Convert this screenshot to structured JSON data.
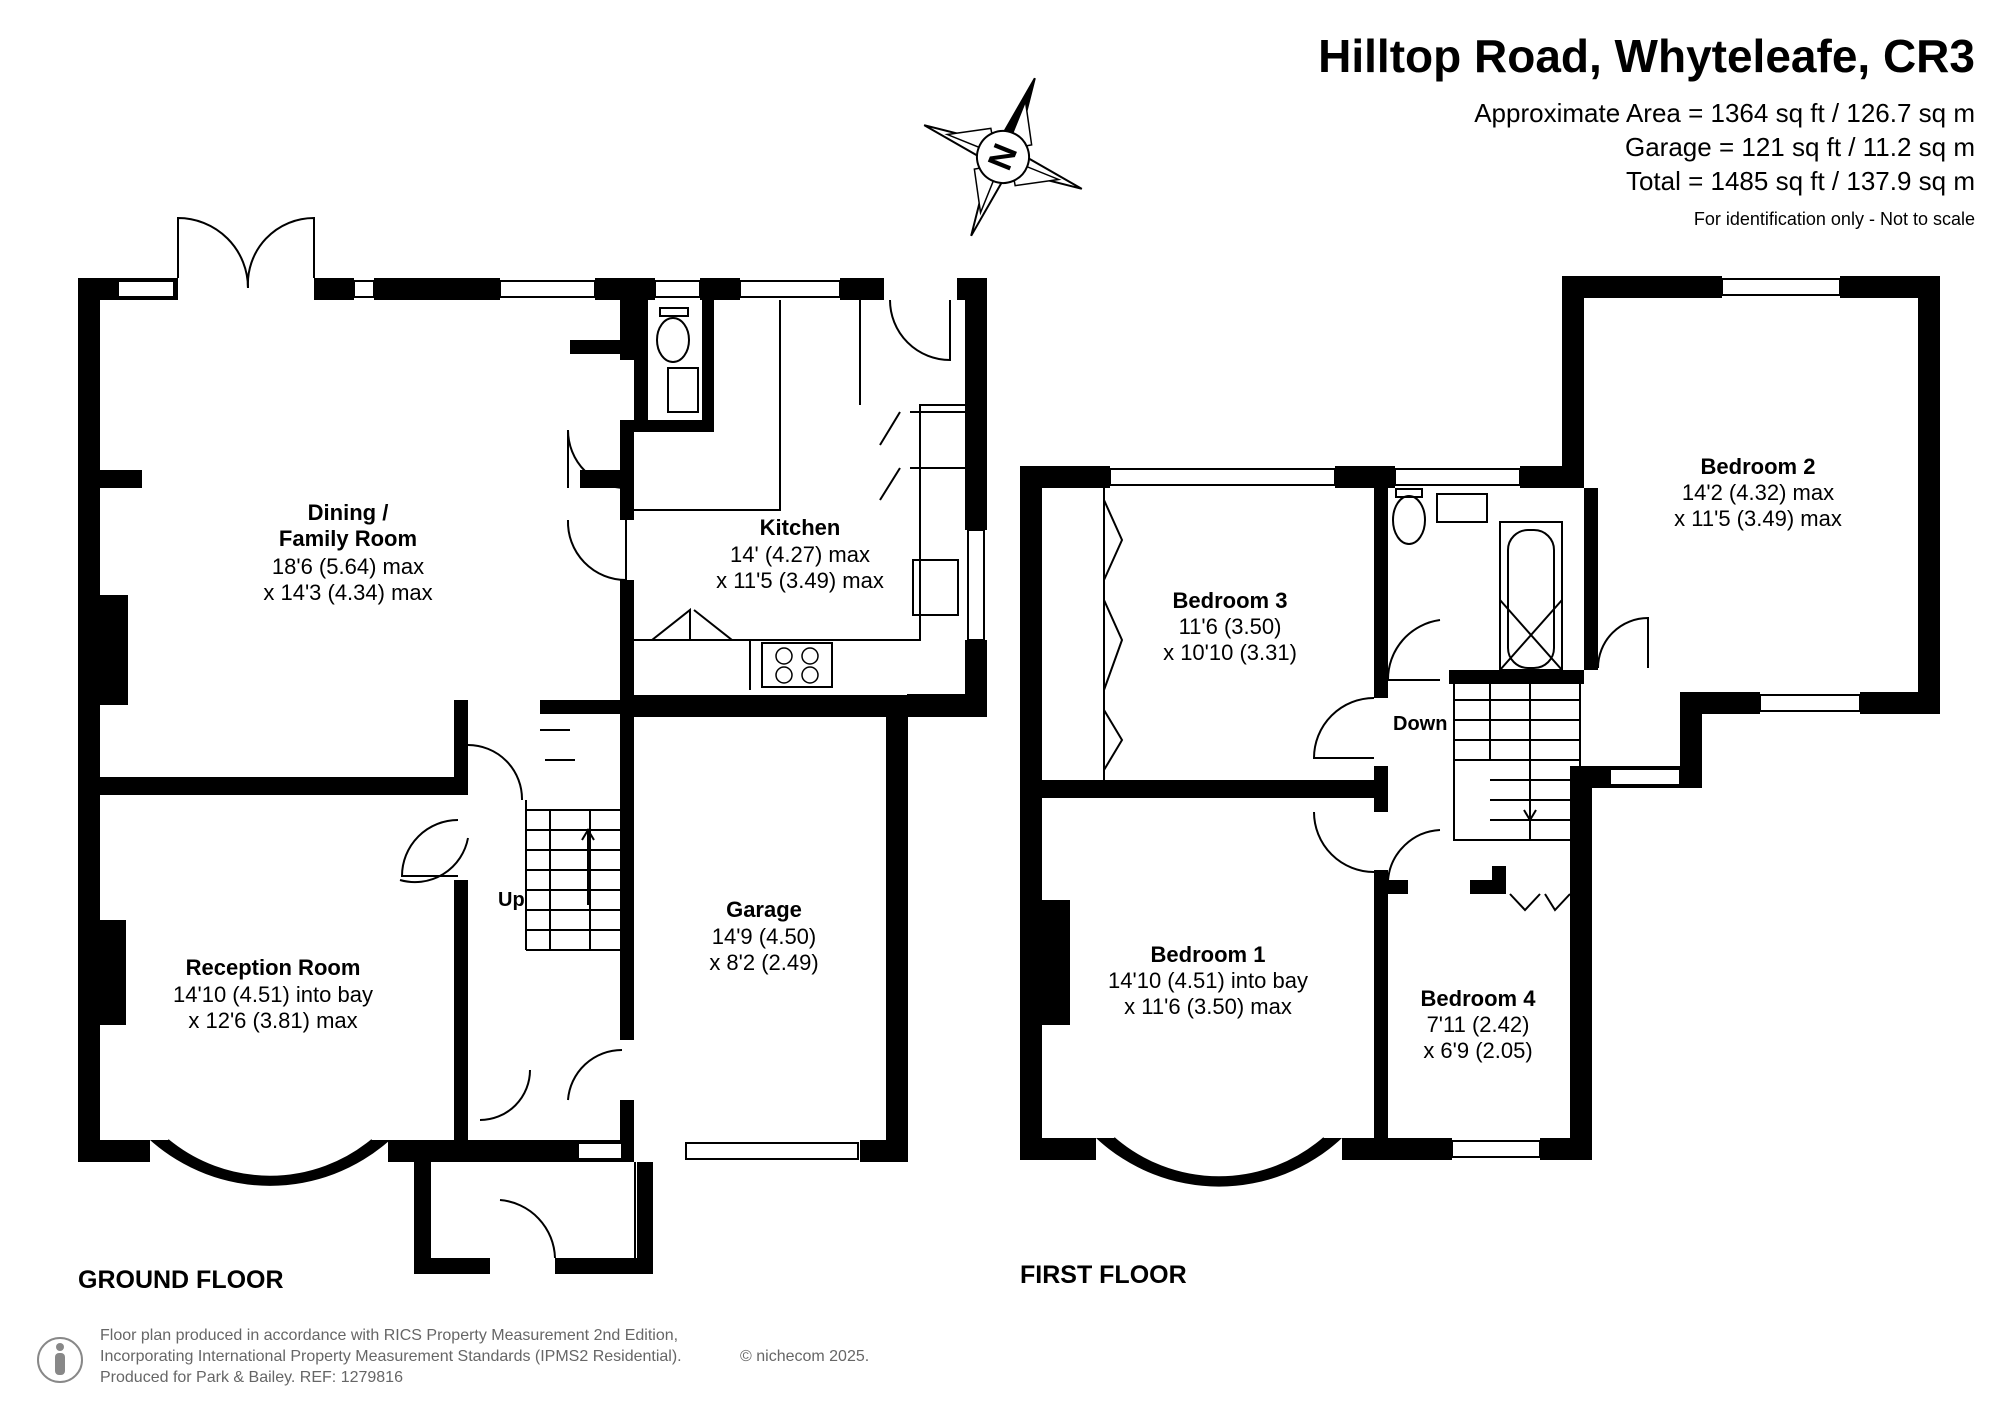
{
  "header": {
    "title": "Hilltop Road, Whyteleafe, CR3",
    "area_approx": "Approximate Area = 1364 sq ft / 126.7 sq m",
    "area_garage": "Garage = 121 sq ft / 11.2 sq m",
    "area_total": "Total = 1485 sq ft / 137.9 sq m",
    "note": "For identification only - Not to scale"
  },
  "compass": {
    "label": "N",
    "icon": "compass-rose-icon"
  },
  "ground_floor": {
    "label": "GROUND FLOOR",
    "stairs_label": "Up",
    "rooms": {
      "dining": {
        "name_1": "Dining /",
        "name_2": "Family Room",
        "dim_1": "18'6 (5.64) max",
        "dim_2": "x 14'3 (4.34) max"
      },
      "kitchen": {
        "name": "Kitchen",
        "dim_1": "14' (4.27) max",
        "dim_2": "x 11'5 (3.49) max"
      },
      "reception": {
        "name": "Reception Room",
        "dim_1": "14'10 (4.51) into bay",
        "dim_2": "x 12'6 (3.81) max"
      },
      "garage": {
        "name": "Garage",
        "dim_1": "14'9 (4.50)",
        "dim_2": "x 8'2 (2.49)"
      }
    }
  },
  "first_floor": {
    "label": "FIRST FLOOR",
    "stairs_label": "Down",
    "rooms": {
      "bedroom1": {
        "name": "Bedroom 1",
        "dim_1": "14'10 (4.51) into bay",
        "dim_2": "x 11'6 (3.50) max"
      },
      "bedroom2": {
        "name": "Bedroom 2",
        "dim_1": "14'2 (4.32) max",
        "dim_2": "x 11'5 (3.49) max"
      },
      "bedroom3": {
        "name": "Bedroom 3",
        "dim_1": "11'6 (3.50)",
        "dim_2": "x 10'10 (3.31)"
      },
      "bedroom4": {
        "name": "Bedroom 4",
        "dim_1": "7'11 (2.42)",
        "dim_2": "x 6'9 (2.05)"
      }
    }
  },
  "footer": {
    "line_1": "Floor plan produced in accordance with RICS Property Measurement 2nd Edition,",
    "line_2": "Incorporating International Property Measurement Standards (IPMS2 Residential).",
    "copyright": "© nichecom 2025.",
    "line_3": "Produced for Park & Bailey.   REF:  1279816",
    "logo_icon": "person-logo-icon"
  }
}
